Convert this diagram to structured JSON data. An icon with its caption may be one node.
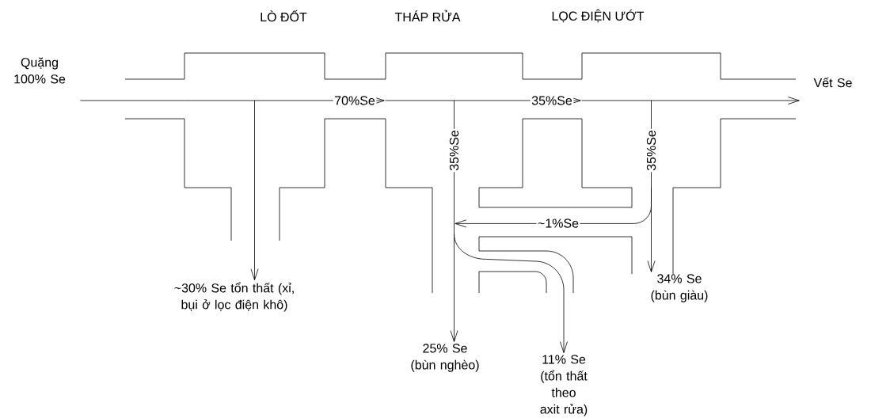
{
  "diagram": {
    "nodes": [
      {
        "text": [
          "LÒ ĐỐT"
        ]
      },
      {
        "text": [
          "THÁP RỬA"
        ]
      },
      {
        "text": [
          "LỌC ĐIỆN ƯỚT"
        ]
      },
      {
        "text": [
          "Quặng 100% Se"
        ]
      },
      {
        "text": [
          "Vết Se"
        ]
      },
      {
        "text": [
          "~30% Se tổn thất (xỉ, bụi ở lọc điện khô)"
        ]
      },
      {
        "text": [
          "25% Se (bùn nghèo)"
        ]
      },
      {
        "text": [
          "11% Se (tổn thất theo axit rửa)"
        ]
      },
      {
        "text": [
          "34% Se (bùn giàu)"
        ]
      }
    ],
    "edges": [
      {
        "from": 3,
        "to": 0,
        "arrow": "none"
      },
      {
        "from": 0,
        "to": 1,
        "arrow": "to",
        "label": "70%Se"
      },
      {
        "from": 1,
        "to": 2,
        "arrow": "to",
        "label": "35%Se"
      },
      {
        "from": 2,
        "to": 4,
        "arrow": "to"
      },
      {
        "from": 0,
        "to": 5,
        "arrow": "to"
      },
      {
        "from": 1,
        "to": 6,
        "arrow": "to",
        "label": "35%Se"
      },
      {
        "from": 2,
        "to": 8,
        "arrow": "to",
        "label": "35%Se"
      },
      {
        "from": 2,
        "to": 1,
        "arrow": "to",
        "label": "~1%Se"
      },
      {
        "from": 1,
        "to": 7,
        "arrow": "to"
      }
    ]
  }
}
